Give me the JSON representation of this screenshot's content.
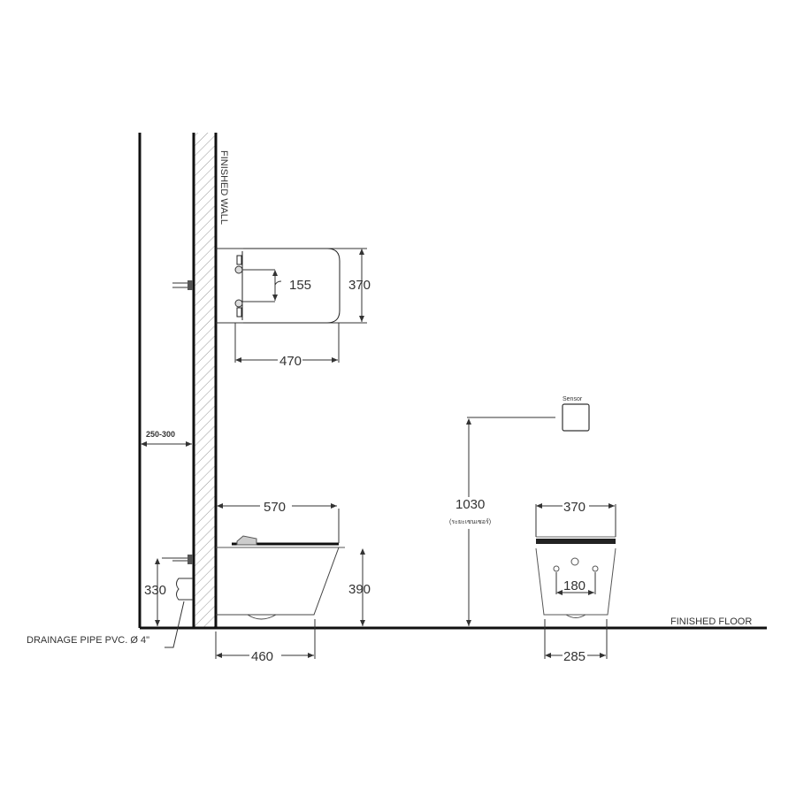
{
  "drawing": {
    "labels": {
      "finished_wall": "FINISHED  WALL",
      "finished_floor": "FINISHED  FLOOR",
      "drainage_pipe": "DRAINAGE PIPE PVC. Ø 4\"",
      "sensor": "Sensor",
      "sensor_height_note": "(ระยะเซนเซอร์)"
    },
    "dimensions": {
      "top_view_fixing_spacing": "155",
      "top_view_width": "370",
      "top_view_depth": "470",
      "wall_cavity": "250-300",
      "side_view_length": "570",
      "side_view_height": "390",
      "side_view_base": "460",
      "drain_height": "330",
      "sensor_height": "1030",
      "front_view_width": "370",
      "front_view_fixing_spacing": "180",
      "front_view_base": "285"
    },
    "colors": {
      "line": "#1a1a1a",
      "text": "#333333",
      "hatch": "#888888"
    }
  }
}
